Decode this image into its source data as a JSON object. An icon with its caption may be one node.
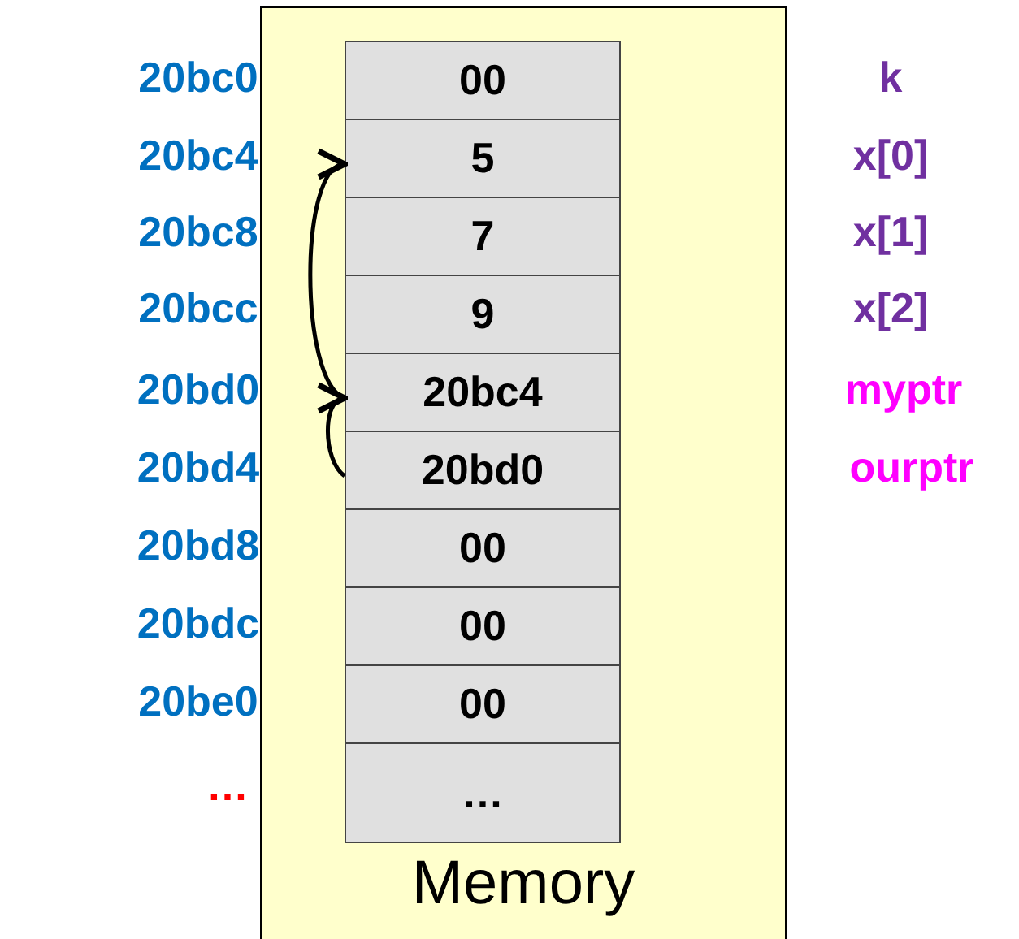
{
  "diagram": {
    "nodes": [
      {
        "text": [
          "Memory"
        ]
      },
      {
        "text": [
          "00"
        ],
        "in": 0
      },
      {
        "text": [
          "5"
        ],
        "in": 0
      },
      {
        "text": [
          "7"
        ],
        "in": 0
      },
      {
        "text": [
          "9"
        ],
        "in": 0
      },
      {
        "text": [
          "20bc4"
        ],
        "in": 0
      },
      {
        "text": [
          "20bd0"
        ],
        "in": 0
      },
      {
        "text": [
          "00"
        ],
        "in": 0
      },
      {
        "text": [
          "00"
        ],
        "in": 0
      },
      {
        "text": [
          "00"
        ],
        "in": 0
      },
      {
        "text": [
          "…"
        ],
        "in": 0
      }
    ],
    "edges": [
      {
        "from": 5,
        "to": 2,
        "arrow": "to"
      },
      {
        "from": 6,
        "to": 5,
        "arrow": "to"
      }
    ],
    "labels": [
      "20bc0",
      "k",
      "20bc4",
      "x[0]",
      "20bc8",
      "x[1]",
      "20bcc",
      "x[2]",
      "20bd0",
      "myptr",
      "20bd4",
      "ourptr",
      "20bd8",
      "20bdc",
      "20be0",
      "…"
    ]
  }
}
